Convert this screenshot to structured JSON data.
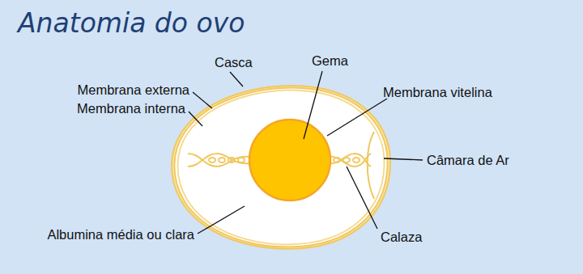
{
  "diagram": {
    "title": "Anatomia do ovo",
    "labels": [
      "Casca",
      "Gema",
      "Membrana externa",
      "Membrana interna",
      "Membrana vitelina",
      "Câmara de Ar",
      "Albumina média ou clara",
      "Calaza"
    ]
  }
}
